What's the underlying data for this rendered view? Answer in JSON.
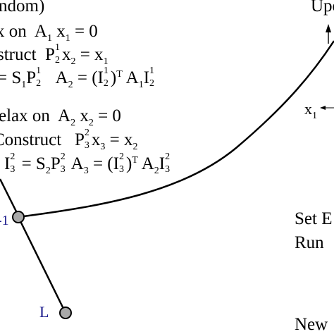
{
  "colors": {
    "line": "#000000",
    "node_fill": "#a8a8a8",
    "label_blue": "#1a1a8c"
  },
  "top_left_fragment": "ndom)",
  "top_right_fragment": "Upo",
  "block1": {
    "relax_prefix": "x on",
    "relax_a": "A",
    "relax_a_sub": "1",
    "relax_x": "x",
    "relax_x_sub": "1",
    "relax_eq": "= 0",
    "construct_prefix": "struct",
    "construct_p": "P",
    "construct_p_sup": "1",
    "construct_p_sub": "2",
    "construct_x": "x",
    "construct_x_sub": "2",
    "construct_eq": "= x",
    "construct_rhs_sub": "1",
    "interp_lead": "= S",
    "interp_s_sub": "1",
    "interp_p": "P",
    "interp_p_sub": "2",
    "interp_p_sup": "1",
    "coarse_a": "A",
    "coarse_a_sub": "2",
    "coarse_eq": "= (I",
    "coarse_i_sub": "2",
    "coarse_i_sup": "1",
    "coarse_t": ")",
    "coarse_t_sup": "T",
    "coarse_a1": "A",
    "coarse_a1_sub": "1",
    "coarse_i2": "I",
    "coarse_i2_sub": "2",
    "coarse_i2_sup": "1"
  },
  "block2": {
    "relax_prefix": "elax on",
    "relax_a": "A",
    "relax_a_sub": "2",
    "relax_x": "x",
    "relax_x_sub": "2",
    "relax_eq": "= 0",
    "construct_prefix": "Construct",
    "construct_p": "P",
    "construct_p_sup": "2",
    "construct_p_sub": "3",
    "construct_x": "x",
    "construct_x_sub": "3",
    "construct_eq": "= x",
    "construct_rhs_sub": "2",
    "interp_i": "I",
    "interp_i_sub": "3",
    "interp_i_sup": "2",
    "interp_eq": "= S",
    "interp_s_sub": "2",
    "interp_p": "P",
    "interp_p_sub": "3",
    "interp_p_sup": "2",
    "coarse_a": "A",
    "coarse_a_sub": "3",
    "coarse_eq": "= (I",
    "coarse_i_sub": "3",
    "coarse_i_sup": "2",
    "coarse_t": ")",
    "coarse_t_sup": "T",
    "coarse_a2": "A",
    "coarse_a2_sub": "2",
    "coarse_i2": "I",
    "coarse_i2_sub": "3",
    "coarse_i2_sup": "2"
  },
  "right_x1": "x",
  "right_x1_sub": "1",
  "node_minus1_label": "-1",
  "node_l_label": "L",
  "right_set": "Set  E",
  "right_run": "Run",
  "right_new": "New"
}
